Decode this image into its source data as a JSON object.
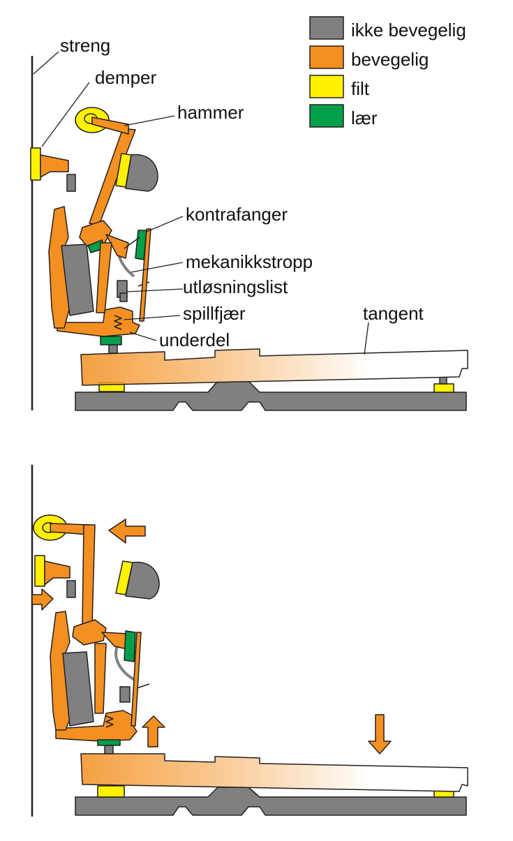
{
  "colors": {
    "fixed": "#808083",
    "moving": "#f39021",
    "felt": "#fff200",
    "leather": "#00a04b",
    "outline": "#231f20",
    "key_gradient_start": "#f39021",
    "key_gradient_end": "#ffffff"
  },
  "legend": {
    "items": [
      {
        "key": "fixed",
        "label": "ikke bevegelig"
      },
      {
        "key": "moving",
        "label": "bevegelig"
      },
      {
        "key": "felt",
        "label": "filt"
      },
      {
        "key": "leather",
        "label": "lær"
      }
    ]
  },
  "labels": {
    "string": "streng",
    "damper": "demper",
    "hammer": "hammer",
    "backcheck": "kontrafanger",
    "bridle_strap": "mekanikkstropp",
    "regulating_rail": "utløsningslist",
    "jack_spring": "spillfjær",
    "wippen": "underdel",
    "key": "tangent"
  },
  "icons": {
    "arrow": "arrow-icon"
  }
}
